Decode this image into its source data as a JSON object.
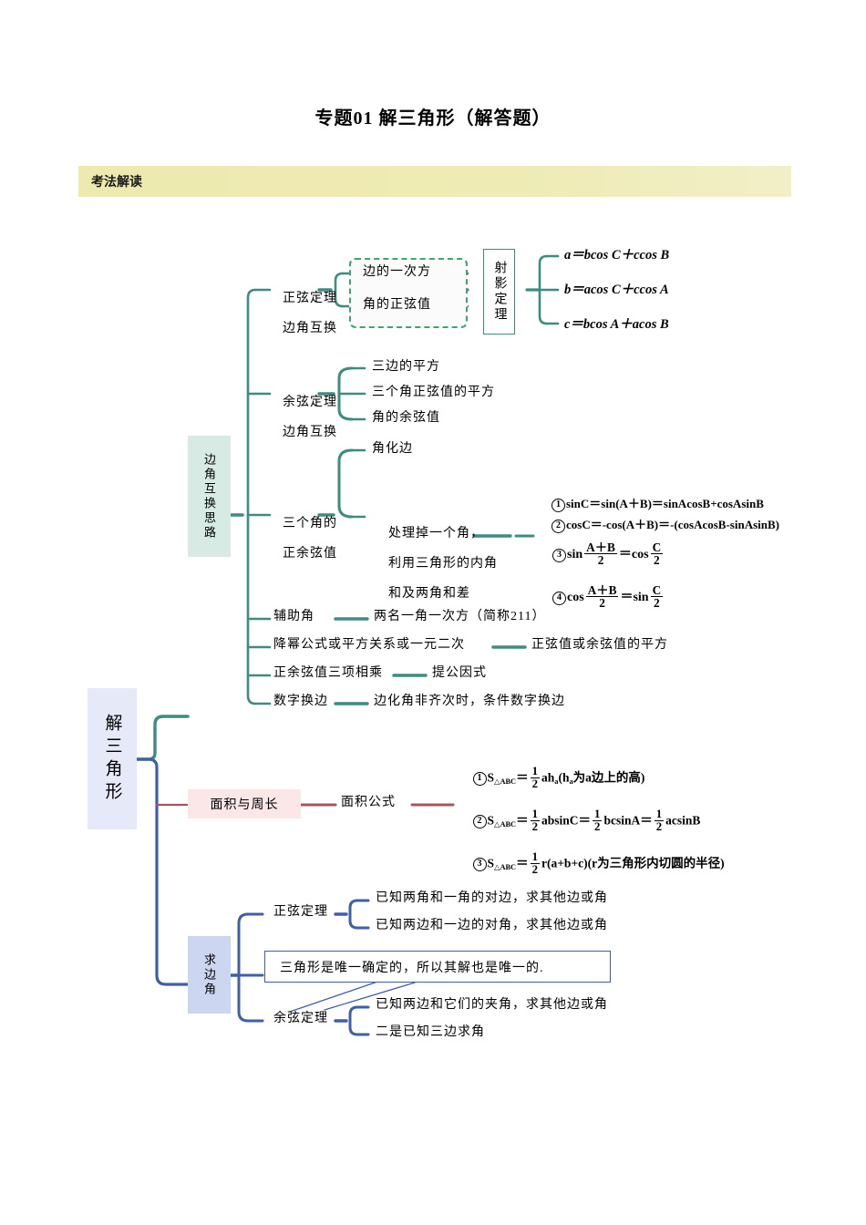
{
  "document": {
    "title": "专题01 解三角形（解答题）",
    "banner_label": "考法解读"
  },
  "colors": {
    "teal": "#3d8c80",
    "green_dashed": "#3aa76d",
    "blue": "#3f5fa8",
    "rose": "#a8535f",
    "banner": "#edeaaf",
    "root_box": "#e6e9f8",
    "teal_box": "#d7eae3",
    "blue_box": "#ccd6f0",
    "pink_box": "#fbe6e8"
  },
  "mindmap": {
    "root": "解三角形",
    "branches": {
      "bianjiao": {
        "label": "边角互换思路",
        "children": {
          "zhengxian": {
            "label_line1": "正弦定理",
            "label_line2": "边角互换",
            "dashed_items": [
              "边的一次方",
              "角的正弦值"
            ],
            "boxed_label": "射影定理",
            "formulas": [
              "a＝bcos C＋ccos B",
              "b＝acos C＋ccos A",
              "c＝bcos A＋acos B"
            ]
          },
          "yuxian": {
            "label_line1": "余弦定理",
            "label_line2": "边角互换",
            "items": [
              "三边的平方",
              "三个角正弦值的平方",
              "角的余弦值"
            ]
          },
          "sanjiao": {
            "label_line1": "三个角的",
            "label_line2": "正余弦值",
            "item1": "角化边",
            "item2_line1": "处理掉一个角，",
            "item2_line2": "利用三角形的内角",
            "item2_line3": "和及两角和差",
            "formulas": [
              {
                "num": "1",
                "body": "sinC＝sin(A＋B)＝sinAcosB+cosAsinB"
              },
              {
                "num": "2",
                "body": "cosC＝-cos(A＋B)＝-(cosAcosB-sinAsinB)"
              },
              {
                "num": "3",
                "left": "sin",
                "fnum": "A＋B",
                "fden": "2",
                "eq": "＝cos",
                "gnum": "C",
                "gden": "2"
              },
              {
                "num": "4",
                "left": "cos",
                "fnum": "A＋B",
                "fden": "2",
                "eq": "＝sin",
                "gnum": "C",
                "gden": "2"
              }
            ]
          },
          "leaves": [
            {
              "label": "辅助角",
              "value": "两名一角一次方（简称211）"
            },
            {
              "label": "降幂公式或平方关系或一元二次",
              "value": "正弦值或余弦值的平方"
            },
            {
              "label": "正余弦值三项相乘",
              "value": "提公因式"
            },
            {
              "label": "数字换边",
              "value": "边化角非齐次时，条件数字换边"
            }
          ]
        }
      },
      "mianji": {
        "label": "面积与周长",
        "child_label": "面积公式",
        "formulas": [
          {
            "num": "1",
            "pre": "S",
            "sub": "△ABC",
            "eq": "＝",
            "fnum": "1",
            "fden": "2",
            "tail": "ah",
            "tailsub": "a",
            "rest": "(h",
            "restsub": "a",
            "rest2": "为a边上的高)"
          },
          {
            "num": "2",
            "pre": "S",
            "sub": "△ABC",
            "eq": "＝",
            "parts": [
              "absinC＝",
              "bcsinA＝",
              "acsinB"
            ]
          },
          {
            "num": "3",
            "pre": "S",
            "sub": "△ABC",
            "eq": "＝",
            "tail": "r(a+b+c)(r为三角形内切圆的半径)"
          }
        ]
      },
      "qiubianjiao": {
        "label": "求边角",
        "children": [
          {
            "label": "正弦定理",
            "items": [
              "已知两角和一角的对边，求其他边或角",
              "已知两边和一边的对角，求其他边或角"
            ]
          },
          {
            "label": "余弦定理",
            "items": [
              "已知两边和它们的夹角，求其他边或角",
              "二是已知三边求角"
            ]
          }
        ],
        "note": "三角形是唯一确定的，所以其解也是唯一的."
      }
    }
  }
}
